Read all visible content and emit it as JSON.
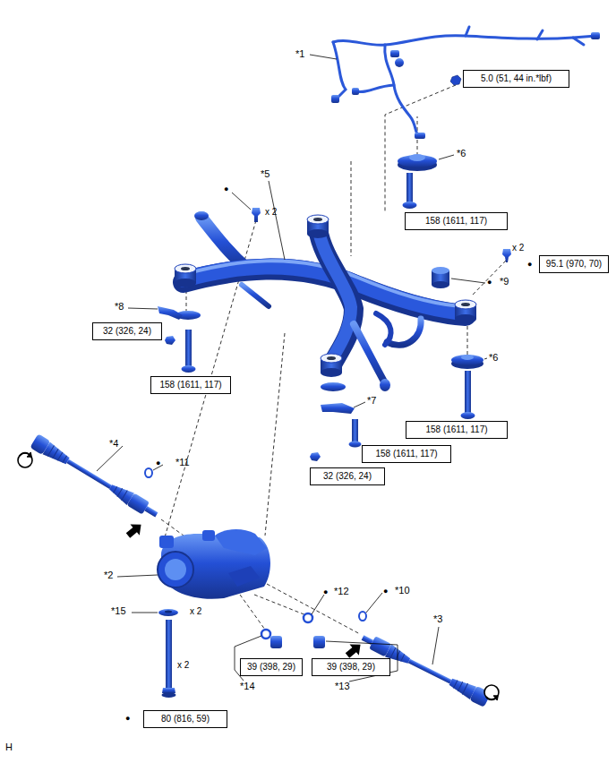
{
  "diagram": {
    "nodes": [
      {
        "text": [
          "5.0 (51, 44 in.*lbf)"
        ]
      },
      {
        "text": [
          "158 (1611, 117)"
        ]
      },
      {
        "text": [
          "95.1 (970, 70)"
        ]
      },
      {
        "text": [
          "32 (326, 24)"
        ]
      },
      {
        "text": [
          "158 (1611, 117)"
        ]
      },
      {
        "text": [
          "158 (1611, 117)"
        ]
      },
      {
        "text": [
          "158 (1611, 117)"
        ]
      },
      {
        "text": [
          "32 (326, 24)"
        ]
      },
      {
        "text": [
          "39 (398, 29)"
        ]
      },
      {
        "text": [
          "39 (398, 29)"
        ]
      },
      {
        "text": [
          "80 (816, 59)"
        ]
      }
    ],
    "labels": [
      "*1",
      "*6",
      "*5",
      "●",
      "x 2",
      "x 2",
      "●",
      "●",
      "*9",
      "*8",
      "*6",
      "*7",
      "*4",
      "●",
      "*11",
      "*2",
      "●",
      "*12",
      "●",
      "*10",
      "*15",
      "x 2",
      "*3",
      "x 2",
      "*14",
      "*13",
      "●",
      "H"
    ]
  }
}
